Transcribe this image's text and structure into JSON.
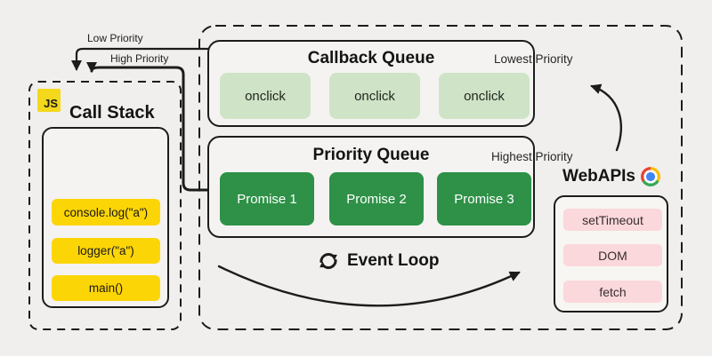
{
  "colors": {
    "background": "#f0efed",
    "line": "#1c1c1c",
    "panel_fill": "#f4f3f1",
    "callstack_yellow": "#fcd506",
    "callback_light_green": "#cfe4c7",
    "priority_dark_green": "#2e9147",
    "webapis_pink": "#fbd8db"
  },
  "call_stack": {
    "badge": "JS",
    "title": "Call Stack",
    "frames": [
      "console.log(\"a\")",
      "logger(\"a\")",
      "main()"
    ]
  },
  "callback_queue": {
    "title": "Callback Queue",
    "priority": "Lowest Priority",
    "items": [
      "onclick",
      "onclick",
      "onclick"
    ]
  },
  "priority_queue": {
    "title": "Priority Queue",
    "priority": "Highest Priority",
    "items": [
      "Promise 1",
      "Promise 2",
      "Promise 3"
    ]
  },
  "web_apis": {
    "title": "WebAPIs",
    "browser_icon": "chrome-icon",
    "items": [
      "setTimeout",
      "DOM",
      "fetch"
    ]
  },
  "event_loop": {
    "label": "Event Loop",
    "icon": "sync-icon"
  },
  "flow_labels": {
    "low": "Low Priority",
    "high": "High Priority"
  }
}
